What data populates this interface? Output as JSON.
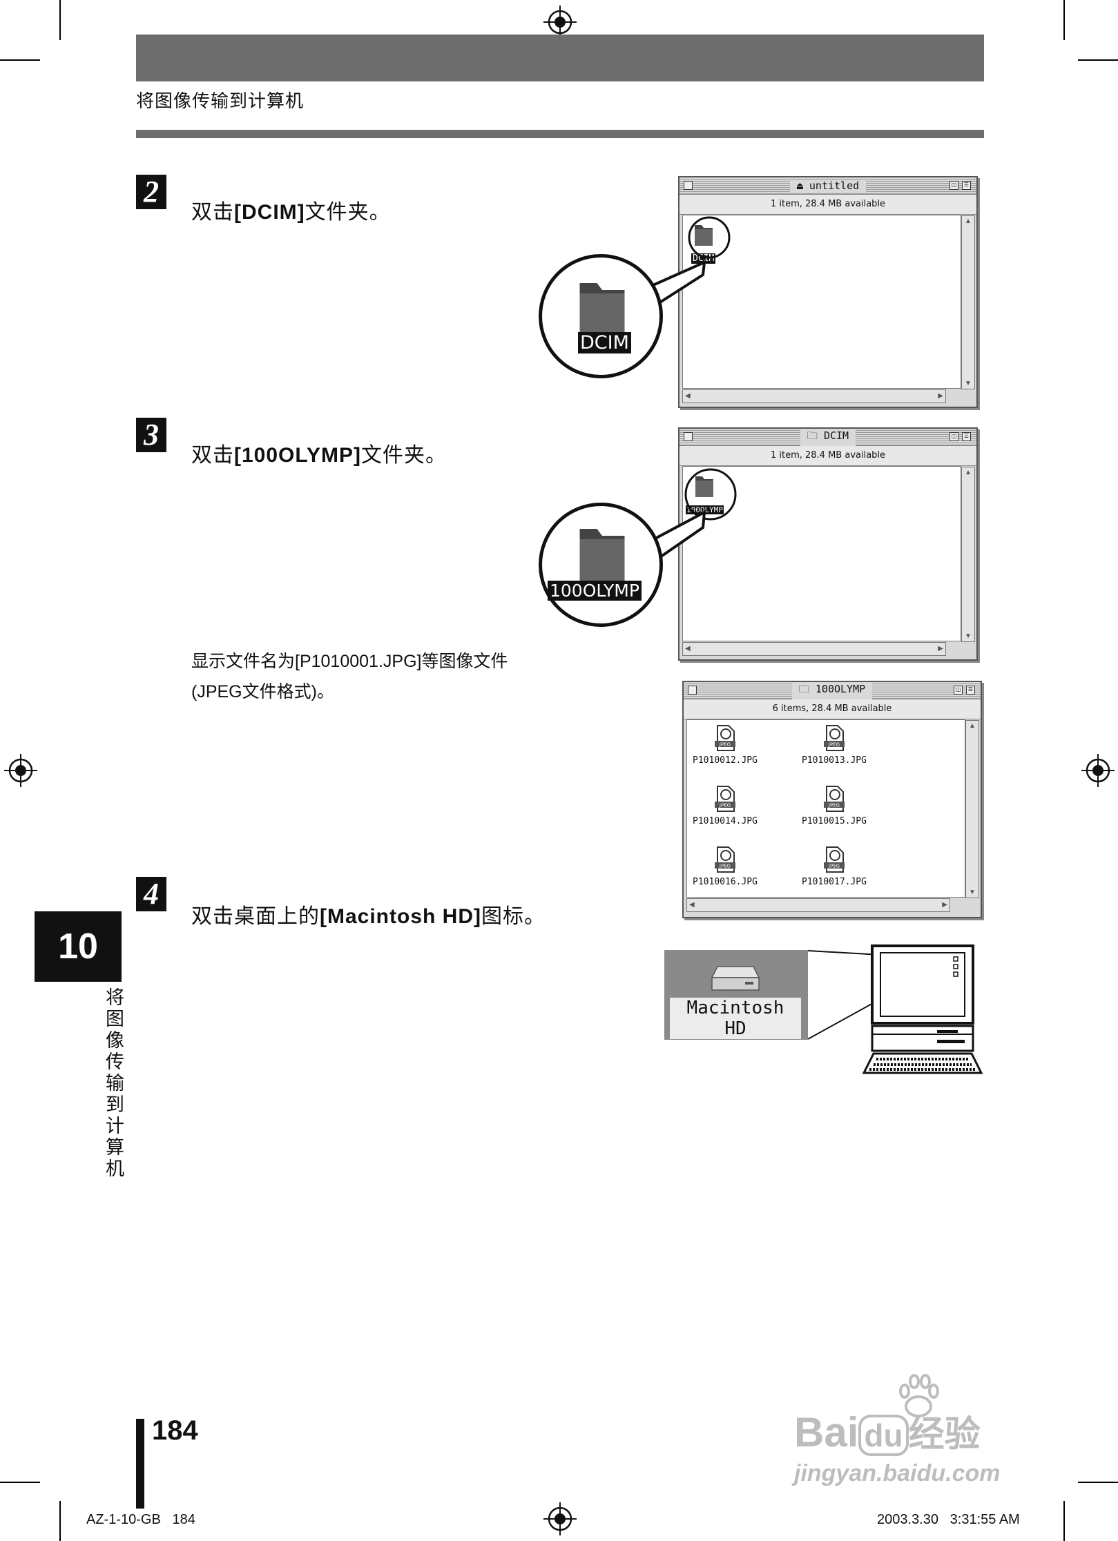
{
  "header": {
    "title": "将图像传输到计算机"
  },
  "steps": [
    {
      "number": "2",
      "text_prefix": "双击",
      "text_bold": "[DCIM]",
      "text_suffix": "文件夹。"
    },
    {
      "number": "3",
      "text_prefix": "双击",
      "text_bold": "[100OLYMP]",
      "text_suffix": "文件夹。"
    },
    {
      "number": "4",
      "text_prefix": "双击桌面上的",
      "text_bold": "[Macintosh HD]",
      "text_suffix": "图标。"
    }
  ],
  "note": "显示文件名为[P1010001.JPG]等图像文件(JPEG文件格式)。",
  "windows": {
    "untitled": {
      "title": "untitled",
      "status": "1 item, 28.4 MB available",
      "folder_label": "DCIM"
    },
    "dcim": {
      "title": "DCIM",
      "status": "1 item, 28.4 MB available",
      "folder_label": "100OLYMP"
    },
    "olymp": {
      "title": "100OLYMP",
      "status": "6 items, 28.4 MB available",
      "files": [
        "P1010012.JPG",
        "P1010013.JPG",
        "P1010014.JPG",
        "P1010015.JPG",
        "P1010016.JPG",
        "P1010017.JPG"
      ],
      "file_badge": "JPEG"
    }
  },
  "magnified": {
    "dcim_label": "DCIM",
    "olymp_label": "100OLYMP"
  },
  "desktop": {
    "hd_label": "Macintosh HD"
  },
  "chapter": {
    "number": "10",
    "title": "将图像传输到计算机"
  },
  "page": {
    "number": "184"
  },
  "footer": {
    "left": "AZ-1-10-GB   184",
    "right": "2003.3.30   3:31:55 AM"
  },
  "watermark": {
    "brand": "Bai",
    "brand2": "du",
    "cn": "经验",
    "url": "jingyan.baidu.com"
  }
}
